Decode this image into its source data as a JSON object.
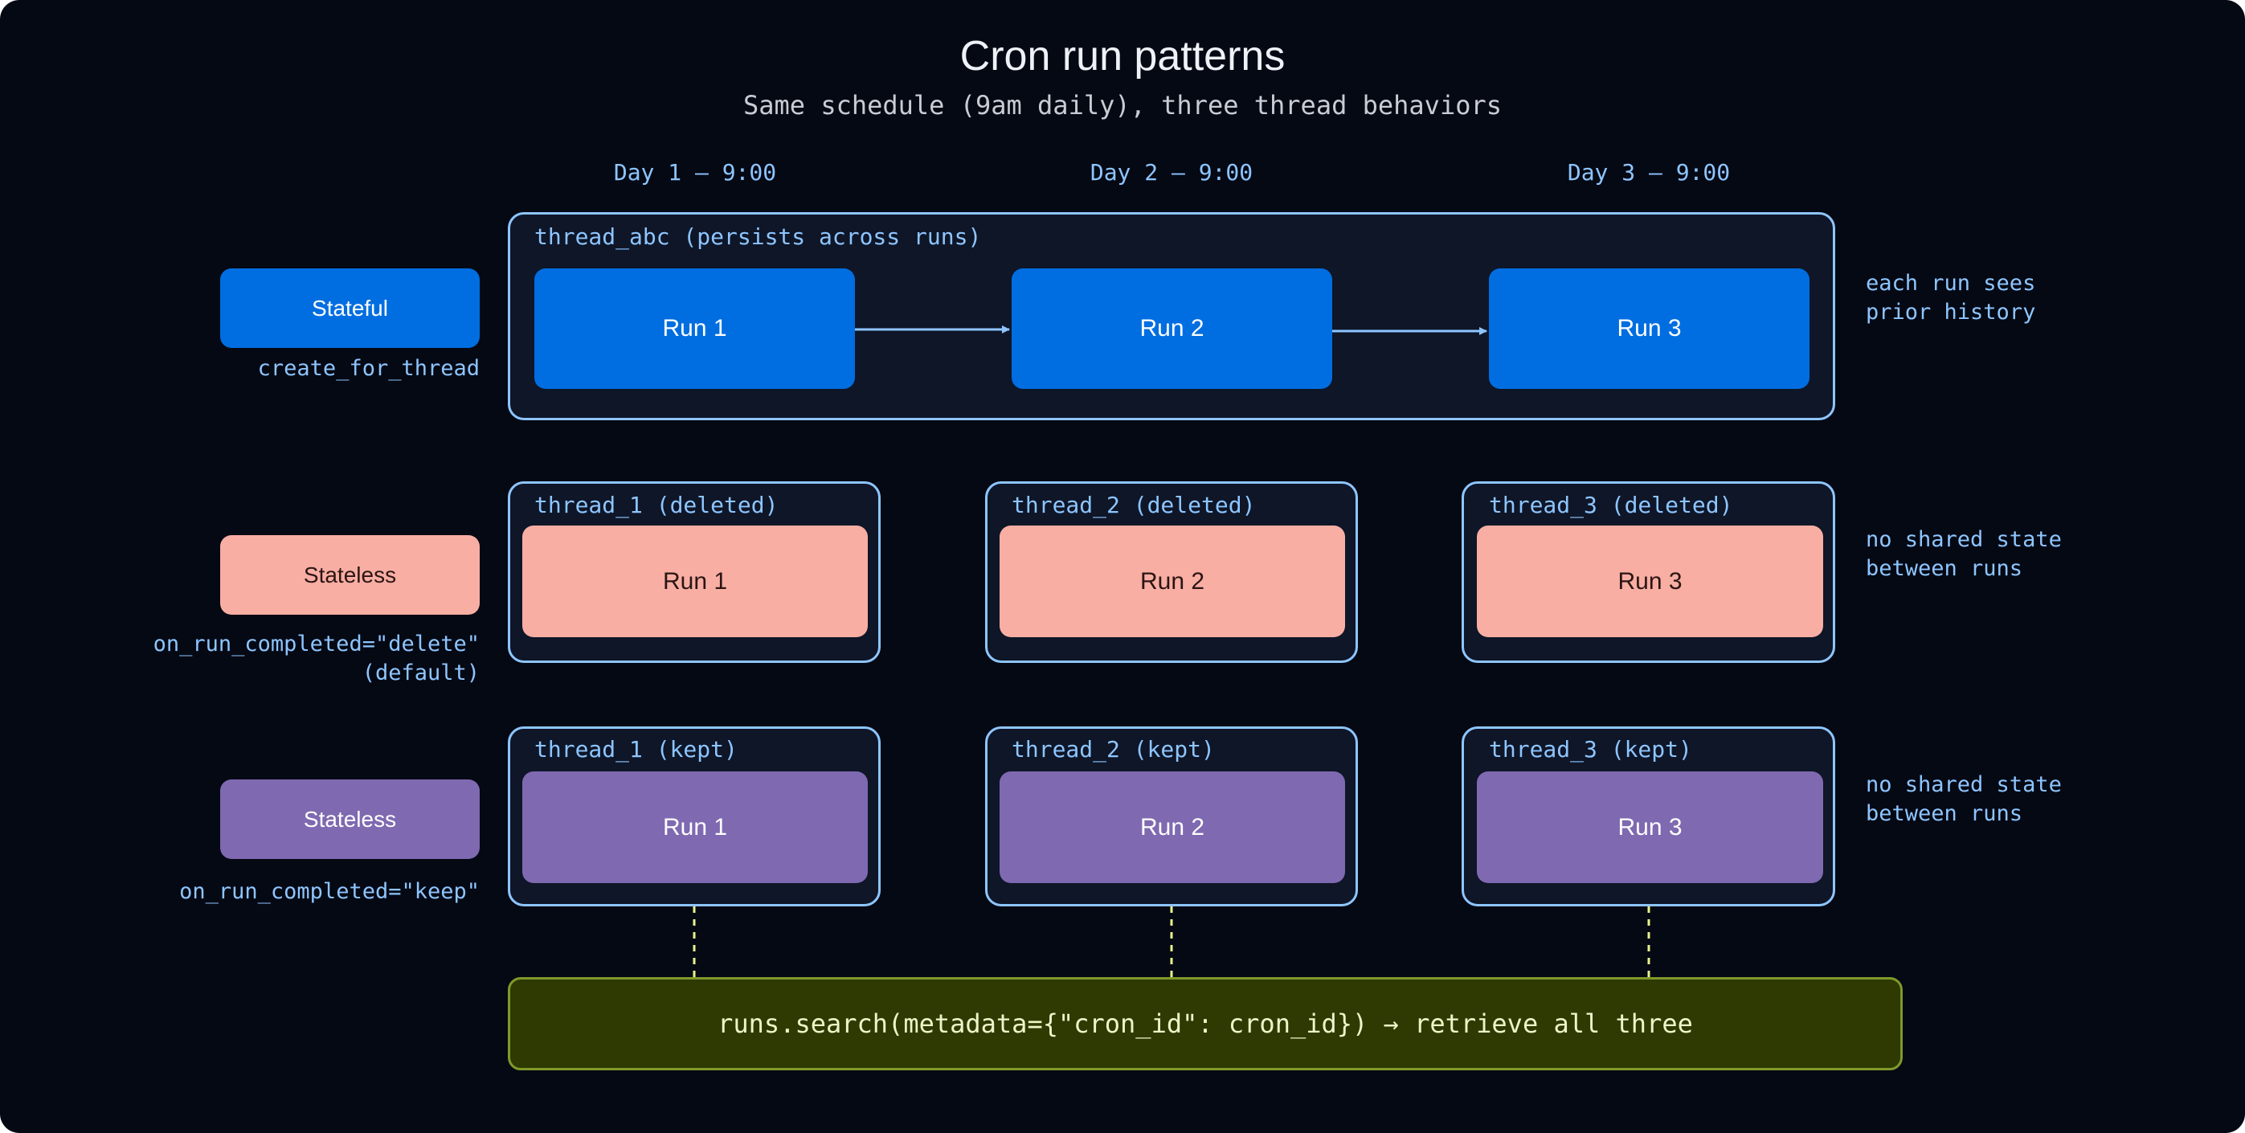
{
  "title": "Cron run patterns",
  "subtitle": "Same schedule (9am daily), three thread behaviors",
  "day_headers": [
    "Day 1 — 9:00",
    "Day 2 — 9:00",
    "Day 3 — 9:00"
  ],
  "rows": [
    {
      "mode_label": "Stateful",
      "api_lines": [
        "create_for_thread"
      ],
      "thread_labels": [
        "thread_abc (persists across runs)"
      ],
      "runs": [
        "Run 1",
        "Run 2",
        "Run 3"
      ],
      "note": "each run sees\nprior history",
      "color": "#006ee0"
    },
    {
      "mode_label": "Stateless",
      "api_lines": [
        "on_run_completed=\"delete\"",
        "(default)"
      ],
      "thread_labels": [
        "thread_1 (deleted)",
        "thread_2 (deleted)",
        "thread_3 (deleted)"
      ],
      "runs": [
        "Run 1",
        "Run 2",
        "Run 3"
      ],
      "note": "no shared state\nbetween runs",
      "color": "#f8aea3"
    },
    {
      "mode_label": "Stateless",
      "api_lines": [
        "on_run_completed=\"keep\""
      ],
      "thread_labels": [
        "thread_1 (kept)",
        "thread_2 (kept)",
        "thread_3 (kept)"
      ],
      "runs": [
        "Run 1",
        "Run 2",
        "Run 3"
      ],
      "note": "no shared state\nbetween runs",
      "color": "#7f69b1"
    }
  ],
  "search_text": "runs.search(metadata={\"cron_id\": cron_id}) → retrieve all three",
  "colors": {
    "background": "#050914",
    "accent_line": "#8ec5ff",
    "search_fill": "#2e3a02",
    "dashed_connector": "#e9f28c"
  }
}
